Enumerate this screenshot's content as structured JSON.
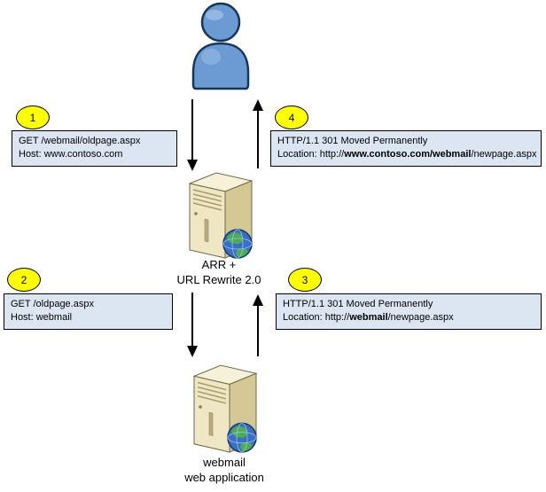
{
  "nodes": {
    "user": {
      "icon": "user-icon"
    },
    "arr": {
      "icon": "server-globe-icon",
      "line1": "ARR +",
      "line2": "URL Rewrite 2.0"
    },
    "webmail": {
      "icon": "server-globe-icon",
      "line1": "webmail",
      "line2": "web application"
    }
  },
  "callouts": {
    "c1": {
      "num": "1",
      "line1": "GET /webmail/oldpage.aspx",
      "line2": "Host: www.contoso.com"
    },
    "c2": {
      "num": "2",
      "line1": "GET /oldpage.aspx",
      "line2": "Host: webmail"
    },
    "c3": {
      "num": "3",
      "line1": "HTTP/1.1 301 Moved Permanently",
      "line2_pre": "Location: http://",
      "line2_bold": "webmail",
      "line2_post": "/newpage.aspx"
    },
    "c4": {
      "num": "4",
      "line1": "HTTP/1.1 301 Moved Permanently",
      "line2_pre": "Location: http://",
      "line2_bold": "www.contoso.com/webmail",
      "line2_post": "/newpage.aspx"
    }
  },
  "colors": {
    "callout_box_bg": "#dce6f2",
    "callout_box_border": "#000000",
    "badge_bg": "#ffff00",
    "badge_border": "#000000",
    "arrow": "#000000",
    "person_blue": "#6b9bd2",
    "server_front": "#efe7c4",
    "server_side": "#d5c895",
    "globe_blue": "#3b6ec6",
    "globe_green": "#4cae4f"
  }
}
